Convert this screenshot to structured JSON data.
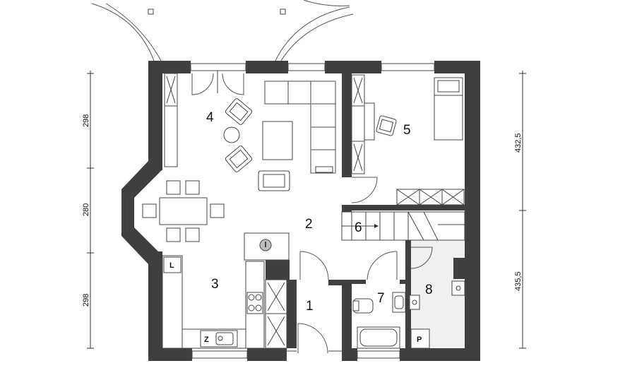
{
  "rooms": {
    "r1": "1",
    "r2": "2",
    "r3": "3",
    "r4": "4",
    "r5": "5",
    "r6": "6",
    "r7": "7",
    "r8": "8"
  },
  "dimensions": {
    "left_top": "298",
    "left_mid": "280",
    "left_bottom": "298",
    "right_top": "432,5",
    "right_bottom": "435,5"
  },
  "fixtures": {
    "fridge": "L",
    "sink_cabinet": "Z",
    "boiler": "P"
  },
  "colors": {
    "wall": "#3f3f3f",
    "utility_floor": "#eff1ee"
  }
}
